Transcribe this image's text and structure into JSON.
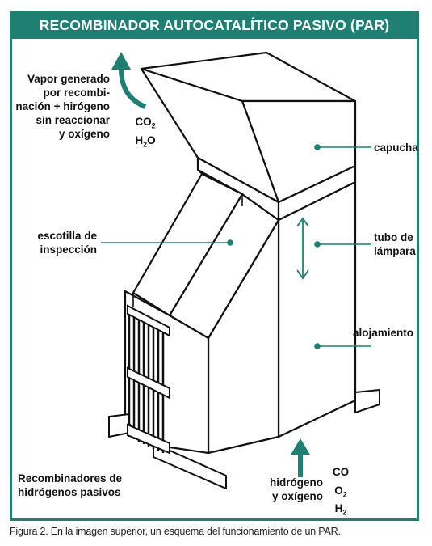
{
  "title": "RECOMBINADOR AUTOCATALÍTICO PASIVO (PAR)",
  "labels": {
    "vapor": [
      "Vapor generado",
      "por recombi-",
      "nación + hirógeno",
      "sin reaccionar",
      "y oxígeno"
    ],
    "capucha": "capucha",
    "escotilla": [
      "escotilla de",
      "inspección"
    ],
    "tubo": [
      "tubo de",
      "lámpara"
    ],
    "alojamiento": "alojamiento",
    "recomb": [
      "Recombinadores de",
      "hidrógenos pasivos"
    ],
    "entrada": [
      "hidrógeno",
      "y oxígeno"
    ]
  },
  "outlet_gases": [
    {
      "base": "CO",
      "sub": "2"
    },
    {
      "base": "H",
      "sub": "2",
      "tail": "O"
    }
  ],
  "inlet_gases": [
    {
      "base": "CO",
      "sub": ""
    },
    {
      "base": "O",
      "sub": "2"
    },
    {
      "base": "H",
      "sub": "2"
    }
  ],
  "caption": "Figura 2. En la imagen superior, un esquema del funcionamiento de un PAR.",
  "colors": {
    "accent": "#1f7f73",
    "line": "#111111"
  }
}
